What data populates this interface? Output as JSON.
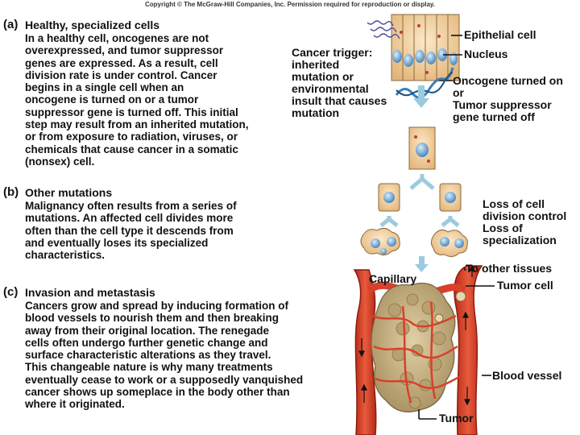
{
  "copyright": "Copyright © The McGraw-Hill Companies, Inc. Permission required for reproduction or display.",
  "section_a": {
    "label": "(a)",
    "title": "Healthy, specialized cells",
    "lines": [
      "In a healthy cell, oncogenes are not",
      "overexpressed, and tumor suppressor",
      "genes are expressed. As a result, cell",
      "division rate is under control. Cancer",
      "begins in a single cell when an",
      "oncogene is turned on or a tumor",
      "suppressor gene is turned off. This initial",
      "step may result from an inherited mutation,",
      "or from exposure to radiation, viruses, or",
      "chemicals that cause cancer in a somatic",
      "(nonsex) cell."
    ]
  },
  "section_b": {
    "label": "(b)",
    "title": "Other mutations",
    "lines": [
      "Malignancy often results from a series of",
      "mutations. An affected cell divides more",
      "often than the cell type it descends from",
      "and eventually loses its specialized",
      "characteristics."
    ]
  },
  "section_c": {
    "label": "(c)",
    "title": "Invasion and metastasis",
    "lines": [
      "Cancers grow and spread by inducing formation of",
      "blood vessels to nourish them and then breaking",
      "away from their original location. The renegade",
      "cells often undergo further genetic change and",
      "surface characteristic alterations as they travel.",
      "This changeable nature is why many treatments",
      "eventually cease to work or a supposedly vanquished",
      "cancer shows up someplace in the body other than",
      "where it originated."
    ]
  },
  "callouts": {
    "cancer_trigger": [
      "Cancer trigger:",
      "inherited",
      "mutation or",
      "environmental",
      "insult that causes",
      "mutation"
    ],
    "epithelial_cell": "Epithelial cell",
    "nucleus": "Nucleus",
    "oncogene": [
      "Oncogene turned on",
      "or",
      "Tumor suppressor",
      "gene turned off"
    ],
    "loss": [
      "Loss of cell",
      "division control",
      "Loss of",
      "specialization"
    ],
    "to_other_tissues": "To other tissues",
    "capillary": "Capillary",
    "tumor_cell": "Tumor cell",
    "blood_vessel": "Blood vessel",
    "tumor": "Tumor"
  },
  "colors": {
    "cell_fill": "#f2d3a4",
    "nucleus_fill": "#6ea8d8",
    "arrow": "#9ccbe0",
    "vessel": "#d9402a",
    "tumor": "#c9b58a",
    "dna": "#3a7fb8"
  }
}
